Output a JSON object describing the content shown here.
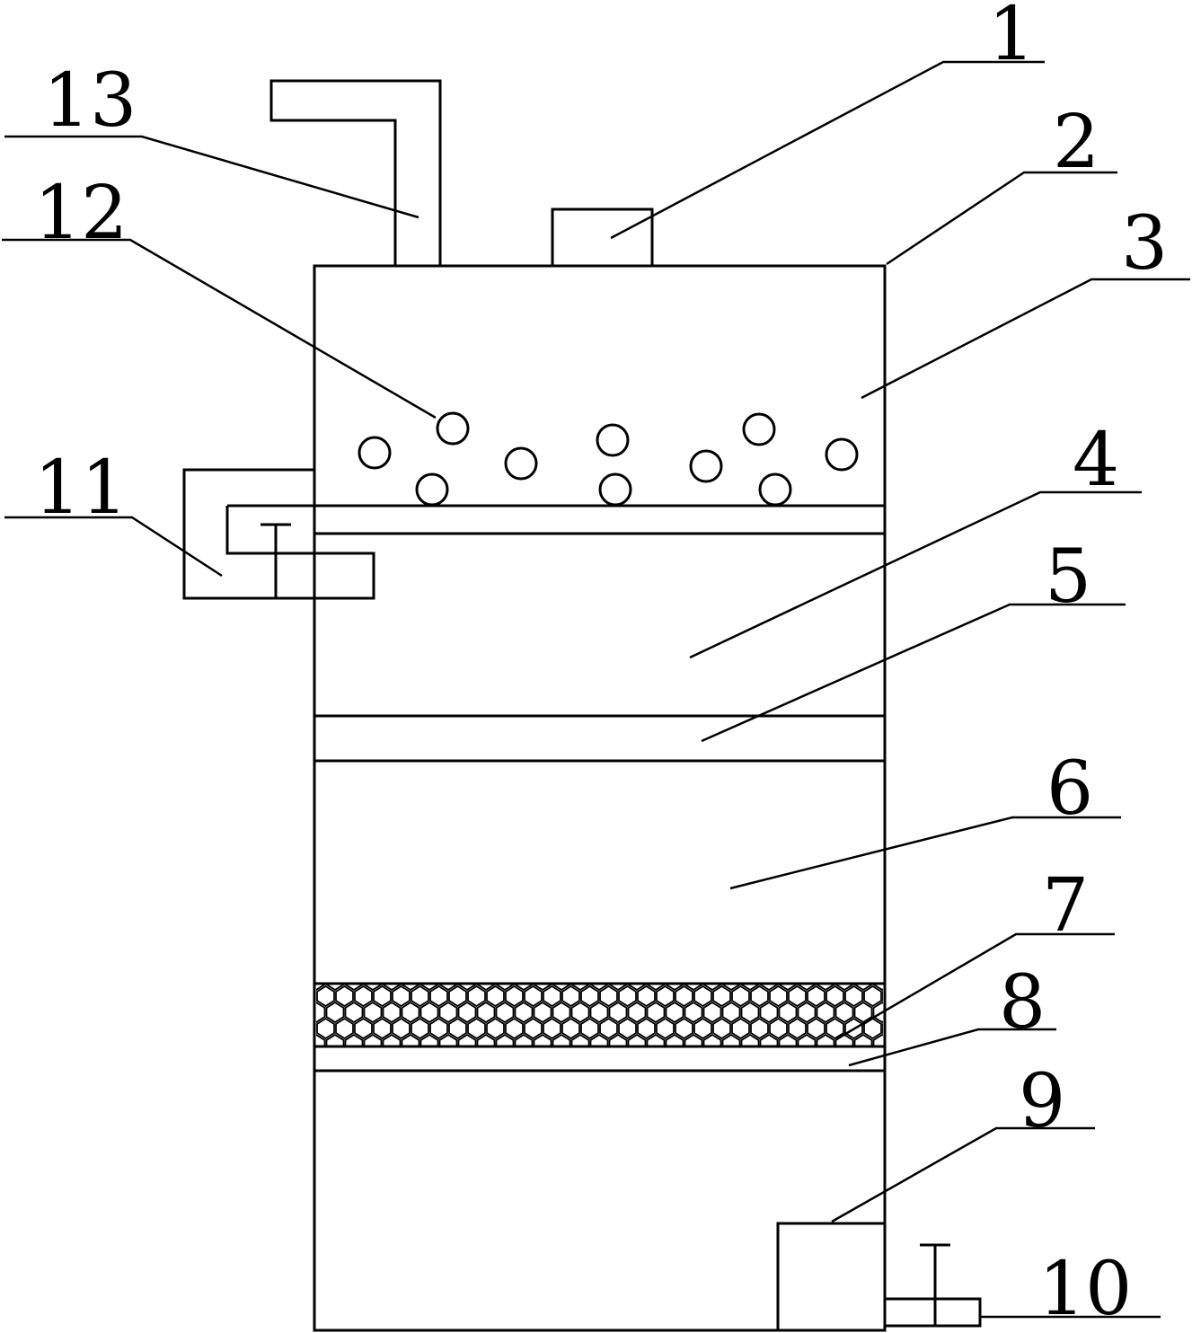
{
  "labels": [
    {
      "id": "1",
      "text": "1"
    },
    {
      "id": "2",
      "text": "2"
    },
    {
      "id": "3",
      "text": "3"
    },
    {
      "id": "4",
      "text": "4"
    },
    {
      "id": "5",
      "text": "5"
    },
    {
      "id": "6",
      "text": "6"
    },
    {
      "id": "7",
      "text": "7"
    },
    {
      "id": "8",
      "text": "8"
    },
    {
      "id": "9",
      "text": "9"
    },
    {
      "id": "10",
      "text": "10"
    },
    {
      "id": "11",
      "text": "11"
    },
    {
      "id": "12",
      "text": "12"
    },
    {
      "id": "13",
      "text": "13"
    }
  ],
  "colors": {
    "line": "#000000",
    "background": "#ffffff"
  }
}
